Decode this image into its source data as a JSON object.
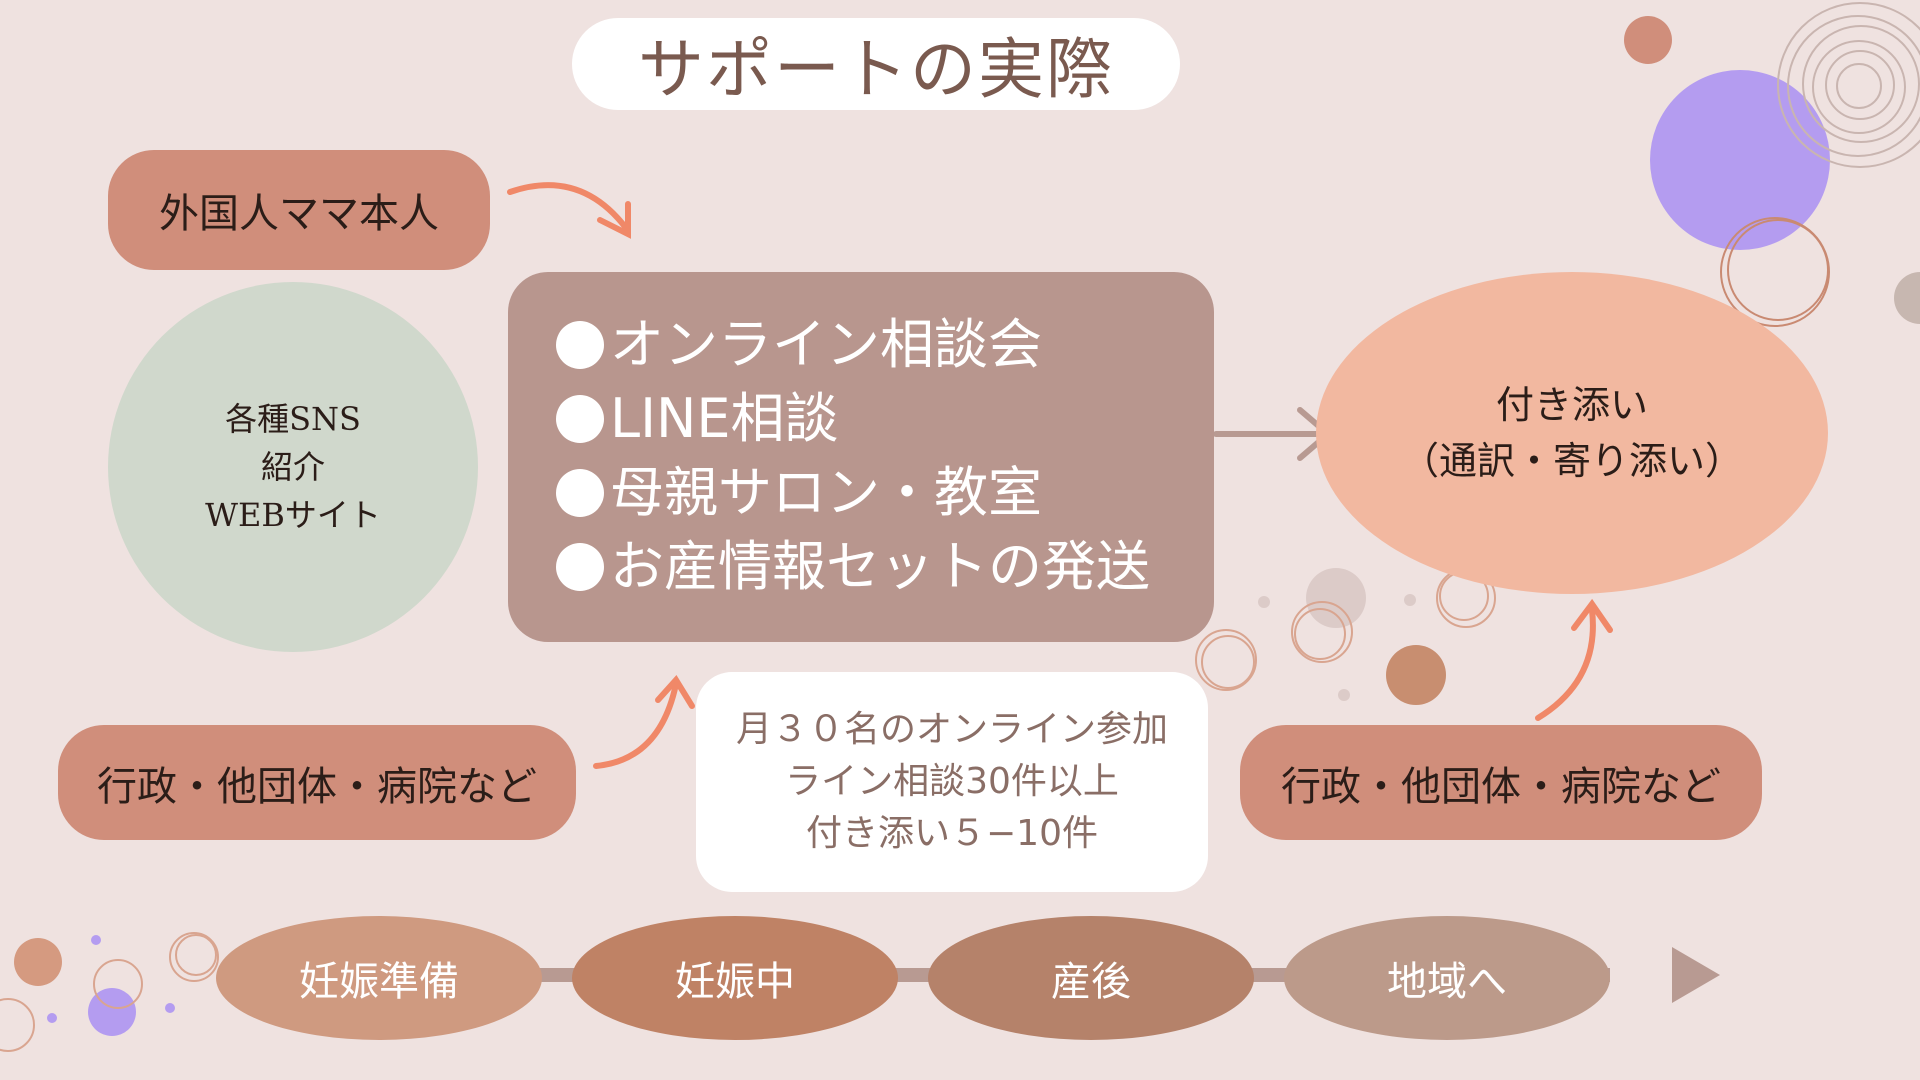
{
  "title": "サポートの実際",
  "sources": {
    "self": "外国人ママ本人",
    "orgs_left": "行政・他団体・病院など",
    "orgs_right": "行政・他団体・病院など"
  },
  "channels": [
    "各種SNS",
    "紹介",
    "WEBサイト"
  ],
  "services": [
    "オンライン相談会",
    "LINE相談",
    "母親サロン・教室",
    "お産情報セットの発送"
  ],
  "accompany": [
    "付き添い",
    "（通訳・寄り添い）"
  ],
  "stats": [
    "月３０名のオンライン参加",
    "ライン相談30件以上",
    "付き添い５−10件"
  ],
  "timeline": [
    "妊娠準備",
    "妊娠中",
    "産後",
    "地域へ"
  ],
  "colors": {
    "background": "#efe2e0",
    "pill": "#d08e7b",
    "services_box": "#b8968e",
    "channels_circle": "#d0d8cc",
    "accompany_oval": "#f2b8a0",
    "arrow_accent": "#f08868",
    "purple_accent": "#b49cf0"
  }
}
